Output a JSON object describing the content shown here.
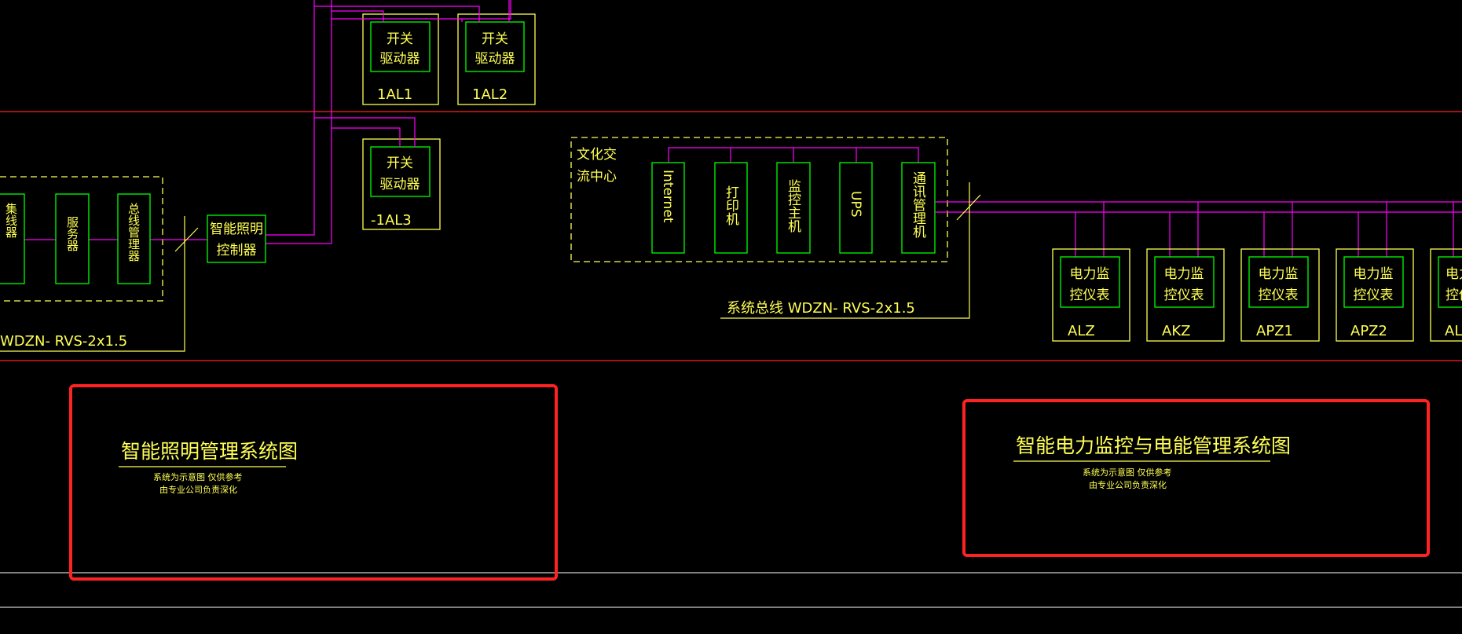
{
  "colors": {
    "background": "#000000",
    "yellow": "#ffff55",
    "green": "#00ff00",
    "magenta": "#ff00ff",
    "red_line": "#ff2020",
    "highlight": "#ff2222",
    "white": "#ffffff"
  },
  "switch_driver": {
    "line1": "开关",
    "line2": "驱动器"
  },
  "switch_ids": [
    "1AL1",
    "1AL2",
    "-1AL3"
  ],
  "left_group": {
    "boxes": [
      "集线器",
      "服务器",
      "总线管理器"
    ]
  },
  "lighting_controller": {
    "line1": "智能照明",
    "line2": "控制器"
  },
  "left_bus_label": "WDZN- RVS-2x1.5",
  "culture_center": {
    "line1": "文化交",
    "line2": "流中心",
    "devices": [
      "Internet",
      "打印机",
      "监控主机",
      "UPS",
      "通讯管理机"
    ]
  },
  "system_bus_label": "系统总线  WDZN- RVS-2x1.5",
  "power_meter": {
    "line1": "电力监",
    "line2": "控仪表"
  },
  "meter_ids": [
    "ALZ",
    "AKZ",
    "APZ1",
    "APZ2",
    "AL"
  ],
  "left_title": {
    "title": "智能照明管理系统图",
    "note1": "系统为示意图  仅供参考",
    "note2": "由专业公司负责深化"
  },
  "right_title": {
    "title": "智能电力监控与电能管理系统图",
    "note1": "系统为示意图  仅供参考",
    "note2": "由专业公司负责深化"
  }
}
